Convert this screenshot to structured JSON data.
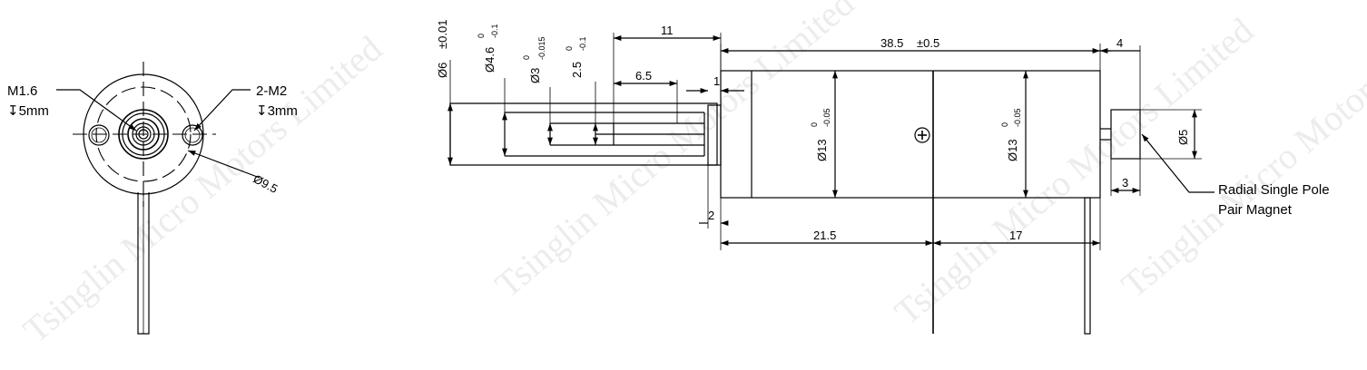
{
  "watermark": "Tsinglin Micro Motors Limited",
  "end_view": {
    "thread_center": "M1.6",
    "thread_center_depth": "↧5mm",
    "thread_holes": "2-M2",
    "thread_holes_depth": "↧3mm",
    "pcd": "Ø9.5"
  },
  "side_view": {
    "d_flange": "Ø6",
    "d_flange_tol": "±0.01",
    "d_boss": "Ø4.6",
    "d_boss_tol_upper": "0",
    "d_boss_tol_lower": "-0.1",
    "d_shaft": "Ø3",
    "d_shaft_tol_upper": "0",
    "d_shaft_tol_lower": "-0.015",
    "flat": "2.5",
    "flat_tol_upper": "0",
    "flat_tol_lower": "-0.1",
    "len_shaft": "11",
    "len_flat": "6.5",
    "len_boss": "1",
    "len_flange": "2",
    "len_body": "38.5",
    "len_body_tol": "±0.5",
    "len_rear": "4",
    "d_body_left": "Ø13",
    "d_body_left_tol_upper": "0",
    "d_body_left_tol_lower": "-0.05",
    "d_body_right": "Ø13",
    "d_body_right_tol_upper": "0",
    "d_body_right_tol_lower": "-0.05",
    "len_front_section": "21.5",
    "len_rear_section": "17",
    "d_magnet": "Ø5",
    "len_magnet": "3",
    "magnet_label_line1": "Radial Single Pole",
    "magnet_label_line2": "Pair Magnet"
  }
}
